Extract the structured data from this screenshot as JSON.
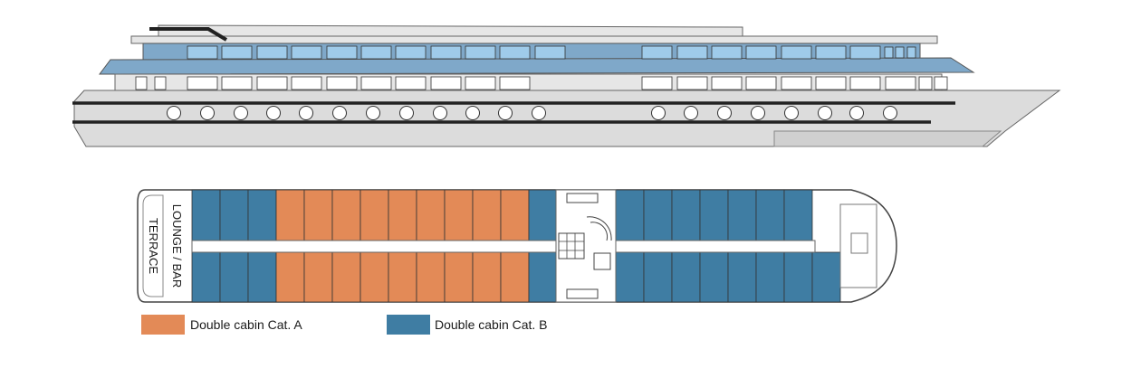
{
  "colors": {
    "cat_a": "#E38A57",
    "cat_b": "#3F7DA3",
    "hull": "#DCDCDC",
    "hull_dark": "#C9C9C9",
    "deck_blue": "#7FA8C9",
    "window_blue": "#9FCBEA",
    "outline": "#555555",
    "stripe": "#222222"
  },
  "labels": {
    "lounge_bar": "LOUNGE / BAR",
    "terrace": "TERRACE"
  },
  "legend": {
    "cat_a_label": "Double cabin Cat. A",
    "cat_b_label": "Double cabin Cat. B"
  },
  "deck_plan": {
    "top_row": [
      "B",
      "B",
      "B",
      "A",
      "A",
      "A",
      "A",
      "A",
      "A",
      "A",
      "A",
      "A",
      "B"
    ],
    "bottom_row": [
      "B",
      "B",
      "B",
      "A",
      "A",
      "A",
      "A",
      "A",
      "A",
      "A",
      "A",
      "A",
      "B"
    ],
    "fore_top_row": [
      "B",
      "B",
      "B",
      "B",
      "B",
      "B",
      "B"
    ],
    "fore_bottom_row": [
      "B",
      "B",
      "B",
      "B",
      "B",
      "B",
      "B",
      "B"
    ]
  }
}
